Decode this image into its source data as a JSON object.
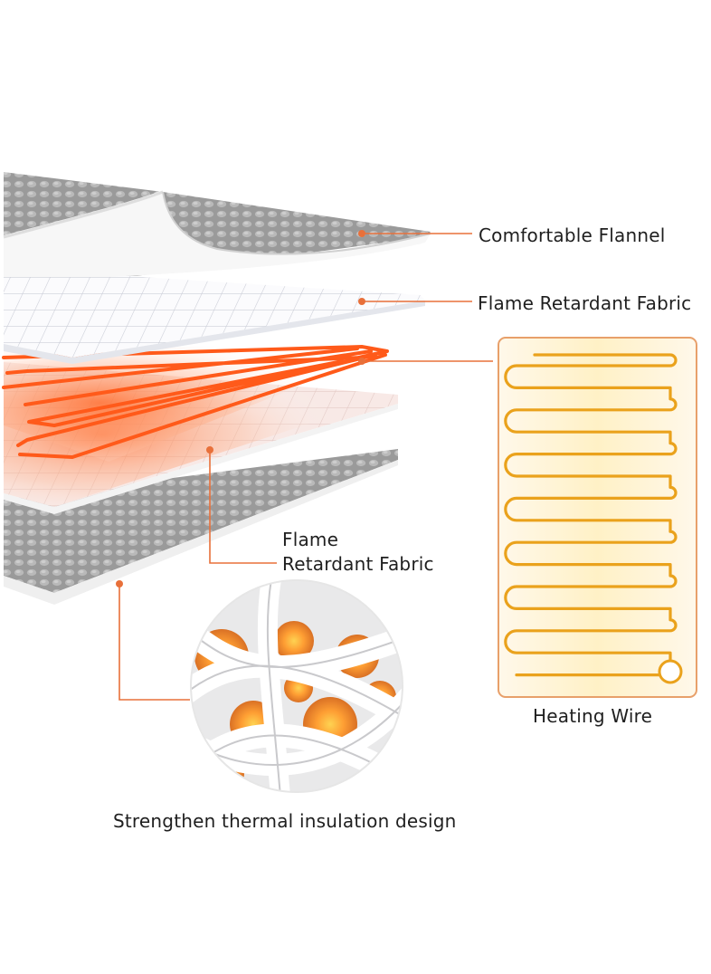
{
  "colors": {
    "accent": "#e8703a",
    "heat_orange": "#ff5a1a",
    "heat_gold": "#f2a023",
    "grey_flannel": "#8e8e8e",
    "text": "#1f1f1f"
  },
  "labels": {
    "top_layer": "Comfortable Flannel",
    "second_layer": "Flame Retardant Fabric",
    "lower_fabric_line1": "Flame",
    "lower_fabric_line2": "Retardant Fabric",
    "heating_panel": "Heating Wire",
    "insulation": "Strengthen thermal insulation design"
  },
  "icons": {
    "heating_panel": "heating-wire-coil-icon",
    "insulation": "woven-fiber-closeup-icon"
  }
}
